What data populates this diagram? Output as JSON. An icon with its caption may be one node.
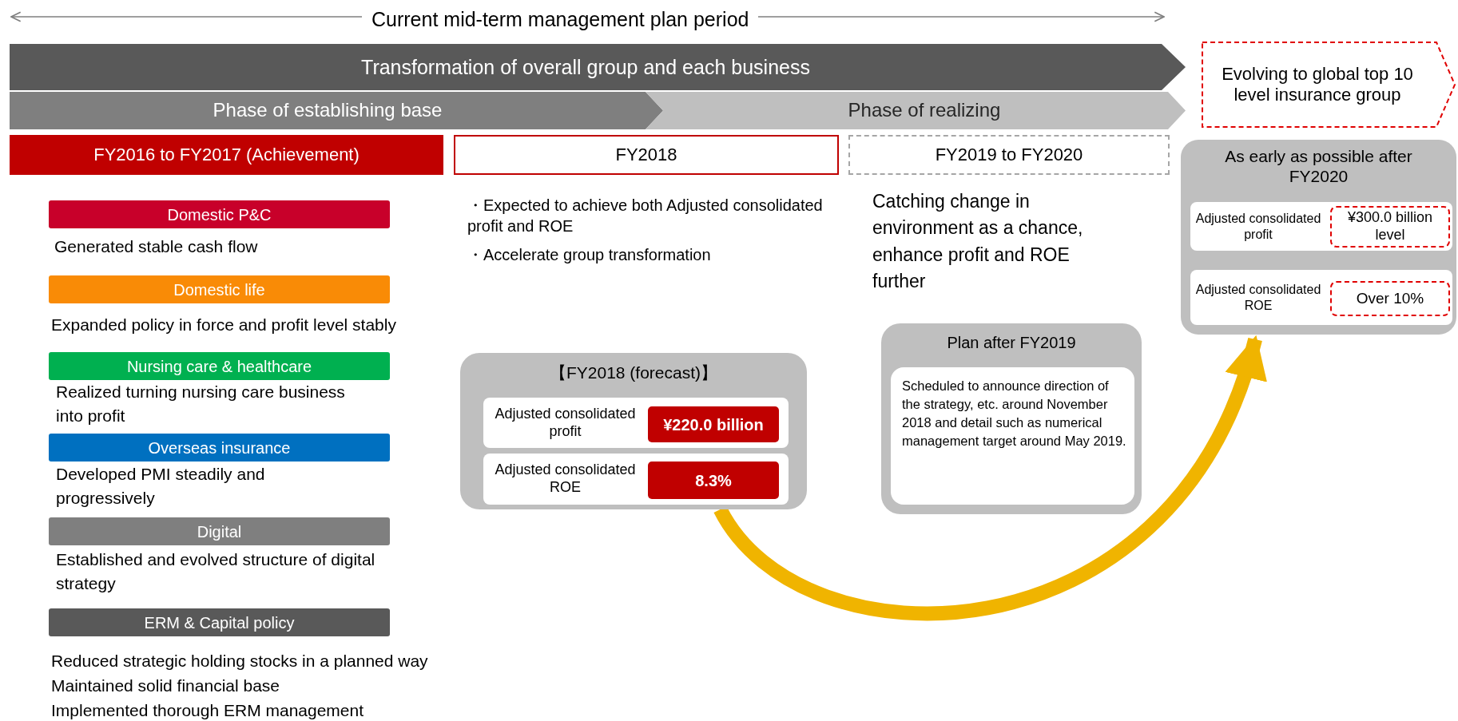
{
  "diagram": {
    "nodes": [
      {
        "text": [
          "Transformation of overall group and each business"
        ]
      },
      {
        "text": [
          "Evolving to global top 10 level insurance group"
        ]
      },
      {
        "text": [
          "Phase of establishing base"
        ]
      },
      {
        "text": [
          "Phase of realizing"
        ]
      },
      {
        "text": [
          "FY2016 to FY2017 (Achievement)"
        ]
      },
      {
        "text": [
          "FY2018"
        ]
      },
      {
        "text": [
          "FY2019 to FY2020"
        ]
      },
      {
        "text": [
          "As early as possible after FY2020"
        ]
      },
      {
        "text": [
          "Adjusted consolidated profit"
        ],
        "in": 7
      },
      {
        "text": [
          "¥300.0 billion level"
        ],
        "in": 8
      },
      {
        "text": [
          "Adjusted consolidated ROE"
        ],
        "in": 7
      },
      {
        "text": [
          "Over 10%"
        ],
        "in": 10
      },
      {
        "text": [
          "Domestic P&C"
        ],
        "beside": [
          "Generated stable cash flow"
        ]
      },
      {
        "text": [
          "Domestic life"
        ],
        "beside": [
          "Expanded policy in force and profit level stably"
        ]
      },
      {
        "text": [
          "Nursing care & healthcare"
        ],
        "beside": [
          "Realized turning nursing care business into profit"
        ]
      },
      {
        "text": [
          "Overseas insurance"
        ],
        "beside": [
          "Developed PMI steadily and progressively"
        ]
      },
      {
        "text": [
          "Digital"
        ],
        "beside": [
          "Established and evolved structure of digital strategy"
        ]
      },
      {
        "text": [
          "ERM & Capital policy"
        ],
        "beside": [
          "Reduced strategic holding stocks in a planned way",
          "Maintained solid financial base",
          "Implemented thorough ERM management"
        ]
      },
      {
        "text": [
          "【FY2018 (forecast)】"
        ]
      },
      {
        "text": [
          "Adjusted consolidated profit"
        ],
        "in": 18
      },
      {
        "text": [
          "¥220.0 billion"
        ],
        "in": 19
      },
      {
        "text": [
          "Adjusted consolidated ROE"
        ],
        "in": 18
      },
      {
        "text": [
          "8.3%"
        ],
        "in": 21
      },
      {
        "text": [
          "Plan after FY2019"
        ]
      },
      {
        "text": [
          "Scheduled to announce direction of the strategy, etc. around November 2018 and detail such as numerical management target around May 2019."
        ],
        "in": 23
      }
    ],
    "edges": [
      {
        "from": 18,
        "to": 7,
        "arrow": "to",
        "color": "#f0b400"
      }
    ],
    "labels": [
      "Current mid-term management plan period",
      "・Expected to achieve both Adjusted consolidated profit and ROE",
      "・Accelerate group transformation",
      "Catching change in environment as a chance, enhance profit and ROE further"
    ]
  }
}
